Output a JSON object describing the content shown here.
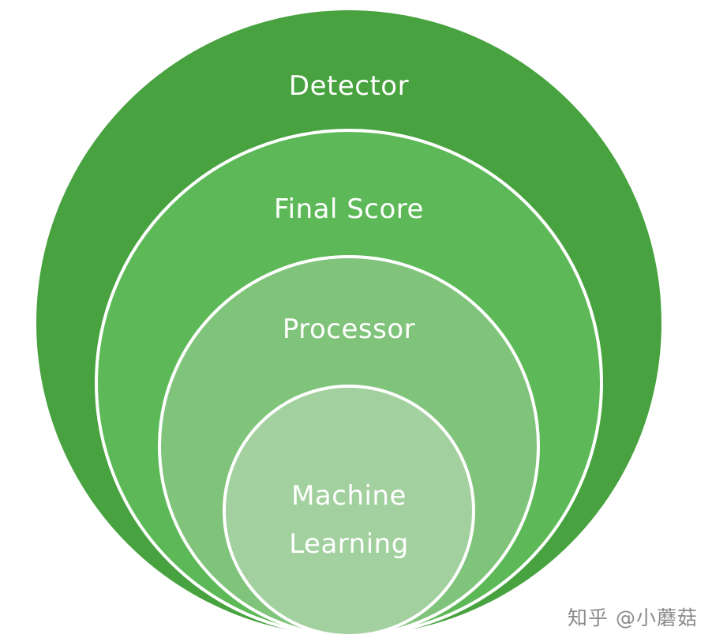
{
  "diagram": {
    "layers": [
      {
        "label": "Detector",
        "color": "#47a23f"
      },
      {
        "label": "Final Score",
        "color": "#5db957"
      },
      {
        "label": "Processor",
        "color": "#80c37b"
      },
      {
        "label_lines": [
          "Machine",
          "Learning"
        ],
        "color": "#a2d09e"
      }
    ],
    "border_color": "#ffffff"
  },
  "watermark": "知乎 @小蘑菇"
}
